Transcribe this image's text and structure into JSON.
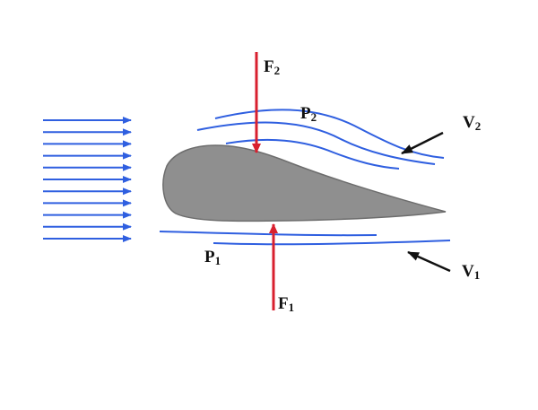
{
  "colors": {
    "flow": "#2f5fe0",
    "force": "#d8202f",
    "airfoil_fill": "#8f8f8f",
    "airfoil_stroke": "#6d6d6d",
    "pointer": "#111111"
  },
  "labels": {
    "f2": {
      "main": "F",
      "sub": "2"
    },
    "p2": {
      "main": "P",
      "sub": "2"
    },
    "v2": {
      "main": "V",
      "sub": "2"
    },
    "p1": {
      "main": "P",
      "sub": "1"
    },
    "f1": {
      "main": "F",
      "sub": "1"
    },
    "v1": {
      "main": "V",
      "sub": "1"
    }
  },
  "incoming_flow": {
    "arrow_count": 11
  }
}
